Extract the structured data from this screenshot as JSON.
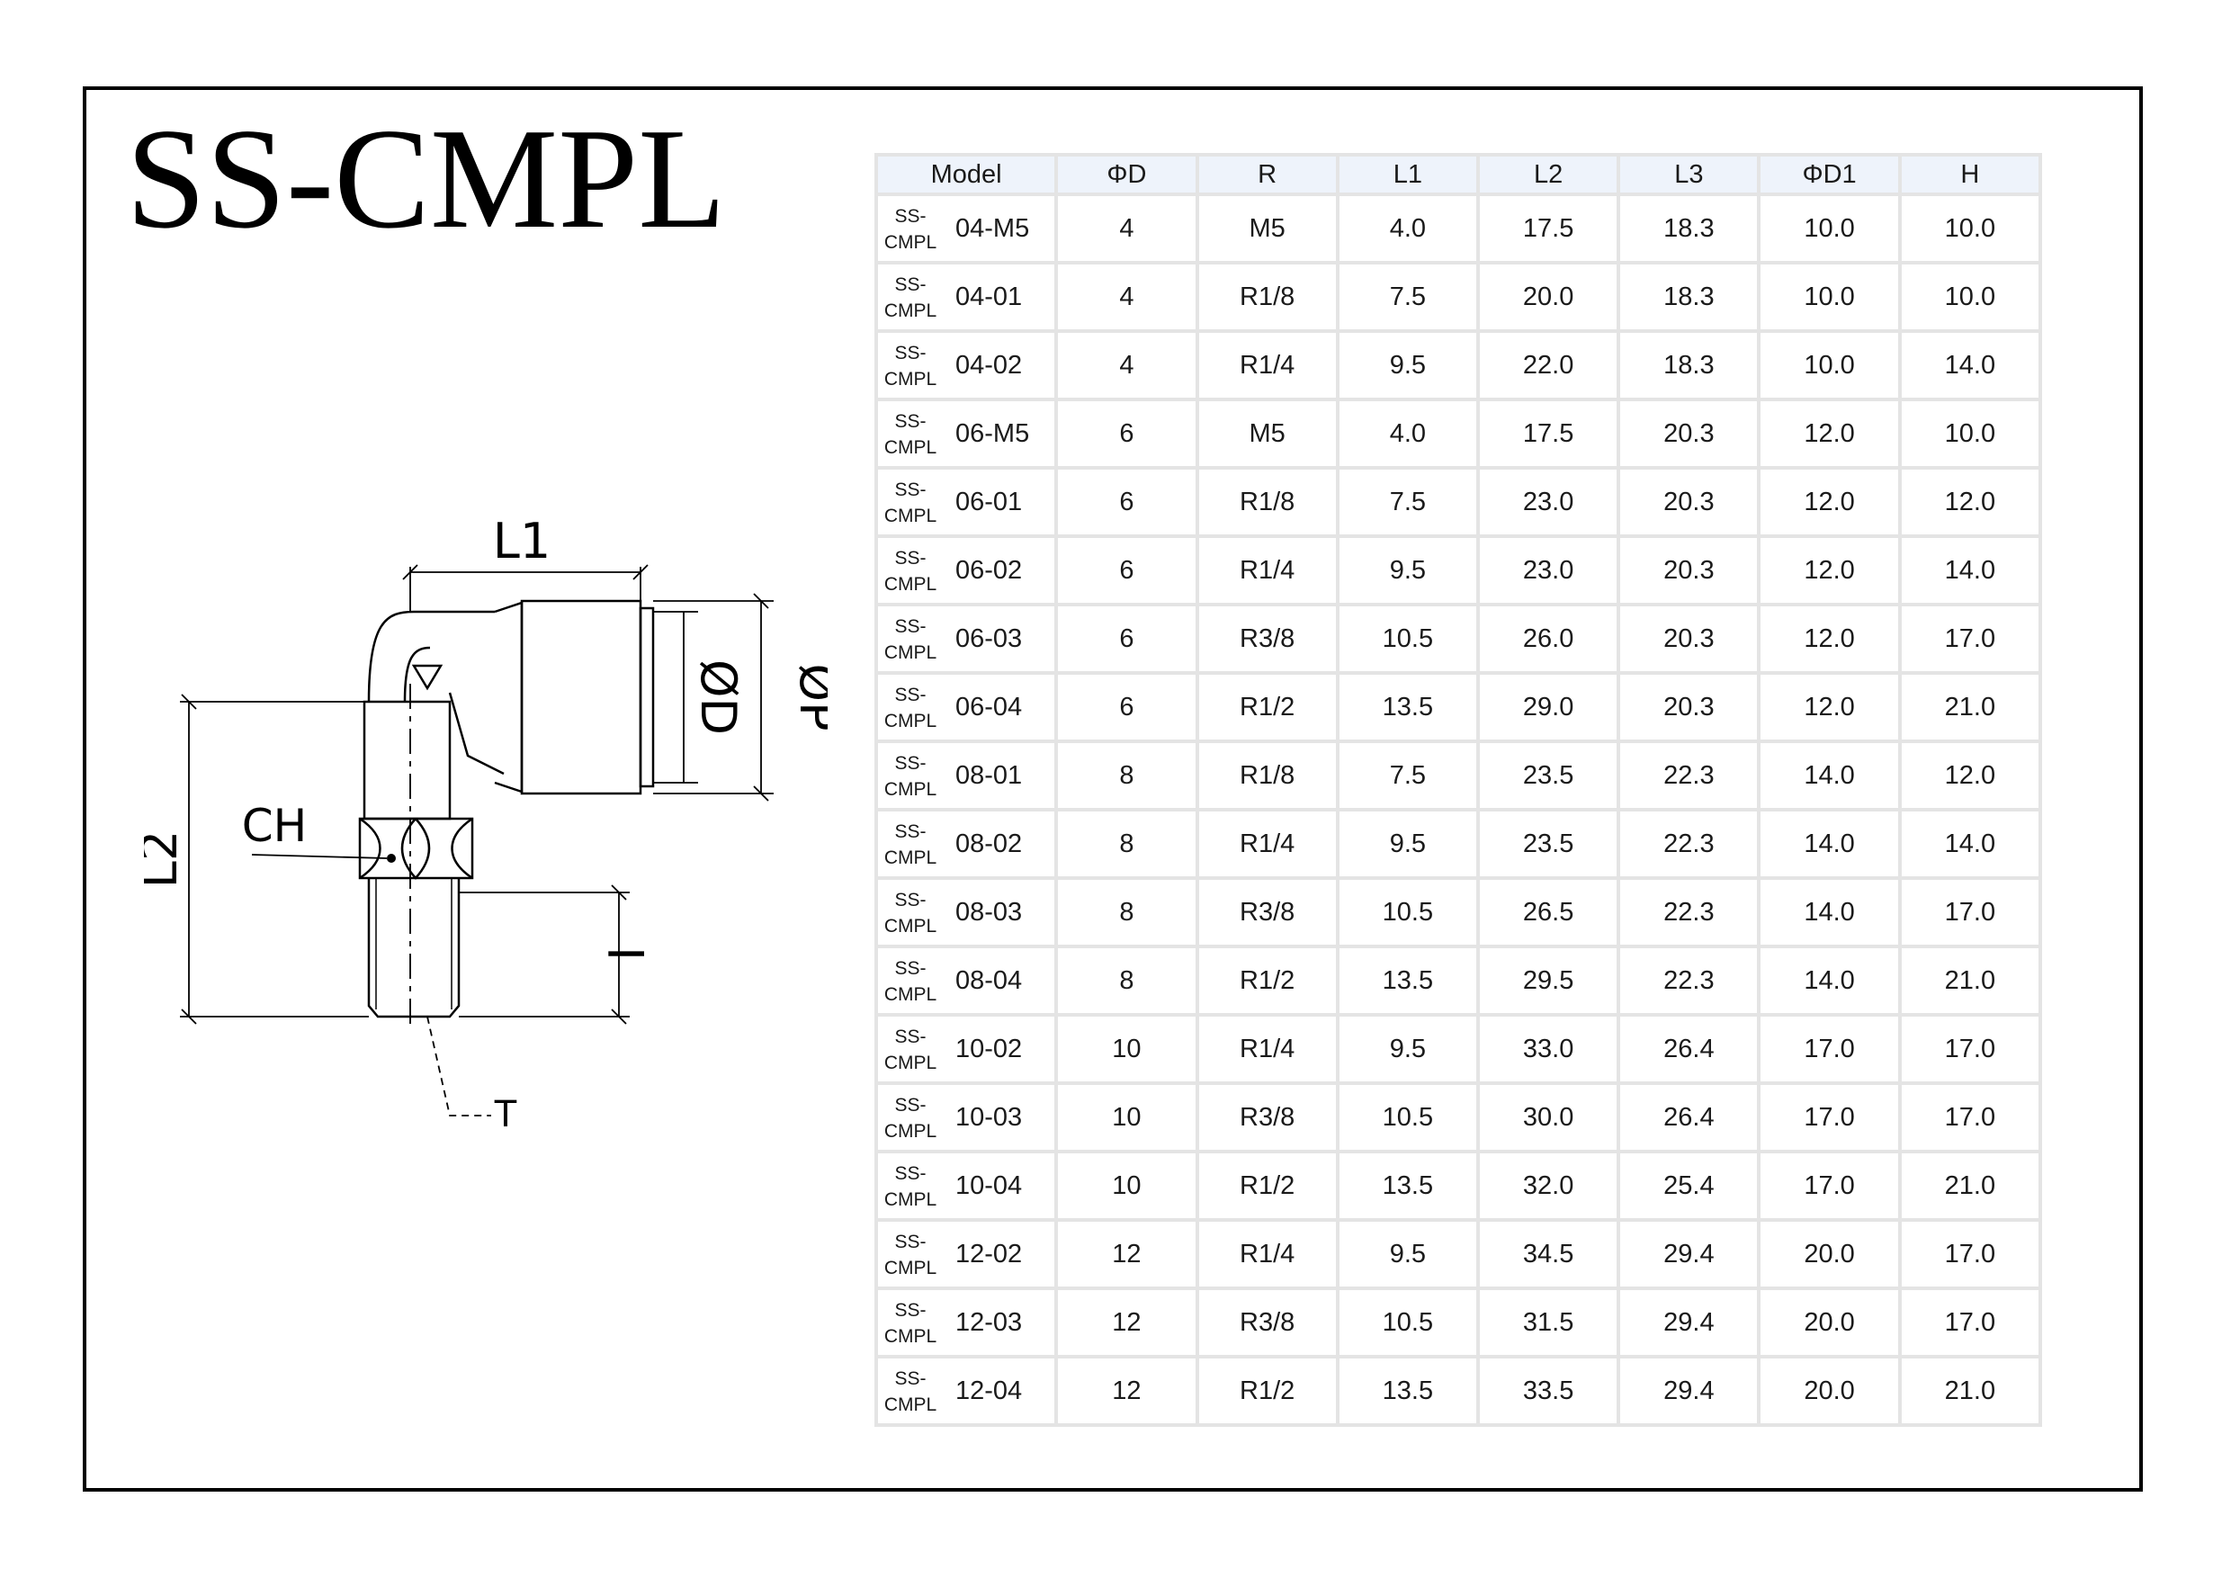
{
  "title": "SS-CMPL",
  "drawing": {
    "labels": {
      "l1": "L1",
      "od": "ØD",
      "op": "ØP",
      "l2": "L2",
      "ch": "CH",
      "i": "I",
      "t": "T"
    }
  },
  "table": {
    "headers": [
      "Model",
      "ΦD",
      "R",
      "L1",
      "L2",
      "L3",
      "ΦD1",
      "H"
    ],
    "series_line1": "SS-",
    "series_line2": "CMPL",
    "rows": [
      {
        "code": "04-M5",
        "d": "4",
        "r": "M5",
        "l1": "4.0",
        "l2": "17.5",
        "l3": "18.3",
        "d1": "10.0",
        "h": "10.0"
      },
      {
        "code": "04-01",
        "d": "4",
        "r": "R1/8",
        "l1": "7.5",
        "l2": "20.0",
        "l3": "18.3",
        "d1": "10.0",
        "h": "10.0"
      },
      {
        "code": "04-02",
        "d": "4",
        "r": "R1/4",
        "l1": "9.5",
        "l2": "22.0",
        "l3": "18.3",
        "d1": "10.0",
        "h": "14.0"
      },
      {
        "code": "06-M5",
        "d": "6",
        "r": "M5",
        "l1": "4.0",
        "l2": "17.5",
        "l3": "20.3",
        "d1": "12.0",
        "h": "10.0"
      },
      {
        "code": "06-01",
        "d": "6",
        "r": "R1/8",
        "l1": "7.5",
        "l2": "23.0",
        "l3": "20.3",
        "d1": "12.0",
        "h": "12.0"
      },
      {
        "code": "06-02",
        "d": "6",
        "r": "R1/4",
        "l1": "9.5",
        "l2": "23.0",
        "l3": "20.3",
        "d1": "12.0",
        "h": "14.0"
      },
      {
        "code": "06-03",
        "d": "6",
        "r": "R3/8",
        "l1": "10.5",
        "l2": "26.0",
        "l3": "20.3",
        "d1": "12.0",
        "h": "17.0"
      },
      {
        "code": "06-04",
        "d": "6",
        "r": "R1/2",
        "l1": "13.5",
        "l2": "29.0",
        "l3": "20.3",
        "d1": "12.0",
        "h": "21.0"
      },
      {
        "code": "08-01",
        "d": "8",
        "r": "R1/8",
        "l1": "7.5",
        "l2": "23.5",
        "l3": "22.3",
        "d1": "14.0",
        "h": "12.0"
      },
      {
        "code": "08-02",
        "d": "8",
        "r": "R1/4",
        "l1": "9.5",
        "l2": "23.5",
        "l3": "22.3",
        "d1": "14.0",
        "h": "14.0"
      },
      {
        "code": "08-03",
        "d": "8",
        "r": "R3/8",
        "l1": "10.5",
        "l2": "26.5",
        "l3": "22.3",
        "d1": "14.0",
        "h": "17.0"
      },
      {
        "code": "08-04",
        "d": "8",
        "r": "R1/2",
        "l1": "13.5",
        "l2": "29.5",
        "l3": "22.3",
        "d1": "14.0",
        "h": "21.0"
      },
      {
        "code": "10-02",
        "d": "10",
        "r": "R1/4",
        "l1": "9.5",
        "l2": "33.0",
        "l3": "26.4",
        "d1": "17.0",
        "h": "17.0"
      },
      {
        "code": "10-03",
        "d": "10",
        "r": "R3/8",
        "l1": "10.5",
        "l2": "30.0",
        "l3": "26.4",
        "d1": "17.0",
        "h": "17.0"
      },
      {
        "code": "10-04",
        "d": "10",
        "r": "R1/2",
        "l1": "13.5",
        "l2": "32.0",
        "l3": "25.4",
        "d1": "17.0",
        "h": "21.0"
      },
      {
        "code": "12-02",
        "d": "12",
        "r": "R1/4",
        "l1": "9.5",
        "l2": "34.5",
        "l3": "29.4",
        "d1": "20.0",
        "h": "17.0"
      },
      {
        "code": "12-03",
        "d": "12",
        "r": "R3/8",
        "l1": "10.5",
        "l2": "31.5",
        "l3": "29.4",
        "d1": "20.0",
        "h": "17.0"
      },
      {
        "code": "12-04",
        "d": "12",
        "r": "R1/2",
        "l1": "13.5",
        "l2": "33.5",
        "l3": "29.4",
        "d1": "20.0",
        "h": "21.0"
      }
    ]
  }
}
